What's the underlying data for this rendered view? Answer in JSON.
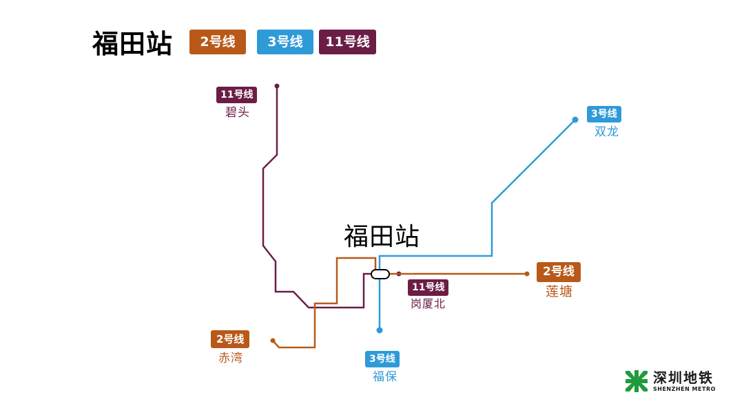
{
  "title": "福田站",
  "colors": {
    "line2": "#b8591a",
    "line3": "#2e9ad8",
    "line11": "#6b1d45"
  },
  "legend": [
    {
      "label": "2号线",
      "color": "#b8591a"
    },
    {
      "label": "3号线",
      "color": "#2e9ad8"
    },
    {
      "label": "11号线",
      "color": "#6b1d45"
    }
  ],
  "center_station": "福田站",
  "terminals": {
    "bitou": {
      "line": "11号线",
      "name": "碧头",
      "color": "#6b1d45"
    },
    "shuanglong": {
      "line": "3号线",
      "name": "双龙",
      "color": "#2e9ad8"
    },
    "liantang": {
      "line": "2号线",
      "name": "莲塘",
      "color": "#b8591a"
    },
    "gangxiabei": {
      "line": "11号线",
      "name": "岗厦北",
      "color": "#6b1d45"
    },
    "chiwan": {
      "line": "2号线",
      "name": "赤湾",
      "color": "#b8591a"
    },
    "fubao": {
      "line": "3号线",
      "name": "福保",
      "color": "#2e9ad8"
    }
  },
  "logo": {
    "name_cn": "深圳地铁",
    "name_en": "SHENZHEN METRO",
    "icon": "shenzhen-metro-logo-icon",
    "color": "#1f9a3c"
  }
}
